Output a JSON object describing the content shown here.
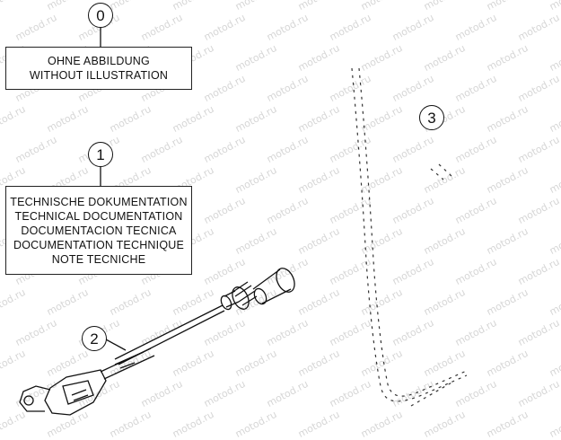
{
  "callouts": [
    {
      "id": "0",
      "label": "0"
    },
    {
      "id": "1",
      "label": "1"
    },
    {
      "id": "2",
      "label": "2"
    },
    {
      "id": "3",
      "label": "3"
    }
  ],
  "box_no_illustration": {
    "lines": [
      "OHNE ABBILDUNG",
      "WITHOUT ILLUSTRATION"
    ]
  },
  "box_technical_doc": {
    "lines": [
      "TECHNISCHE DOKUMENTATION",
      "TECHNICAL DOCUMENTATION",
      "DOCUMENTACION TECNICA",
      "DOCUMENTATION TECHNIQUE",
      "NOTE TECNICHE"
    ]
  },
  "watermark": {
    "text": "motod.ru",
    "color": "#d6d6d6"
  },
  "colors": {
    "line": "#111111",
    "dashed_outline": "#333333"
  }
}
